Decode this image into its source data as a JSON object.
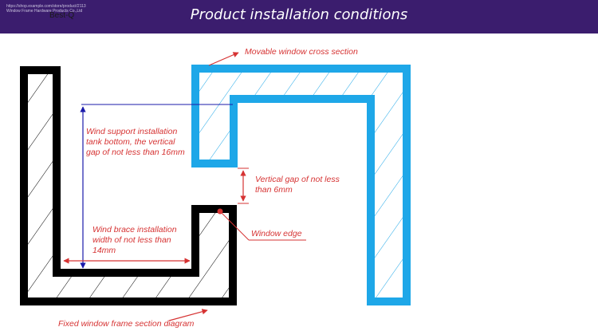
{
  "header": {
    "title": "Product installation conditions",
    "brand_line1": "https://shop.example.com/store/product/2113",
    "brand_line2": "Window Frame Hardware Products Co.,Ltd",
    "brand_name": "Best-Q"
  },
  "labels": {
    "movable": "Movable window cross section",
    "wind_support": [
      "Wind support installation",
      "tank bottom, the vertical",
      "gap of not less than 16mm"
    ],
    "vertical_gap": [
      "Vertical gap of not less",
      "than 6mm"
    ],
    "window_edge": "Window edge",
    "wind_brace": [
      "Wind brace installation",
      "width of not less than",
      "14mm"
    ],
    "fixed_frame": "Fixed window frame section diagram"
  },
  "colors": {
    "header_bg": "#3b1d6e",
    "fixed_frame": "#000000",
    "movable_frame": "#1ea7e8",
    "dimension": "#1a1aaa",
    "annotation": "#d63333"
  }
}
